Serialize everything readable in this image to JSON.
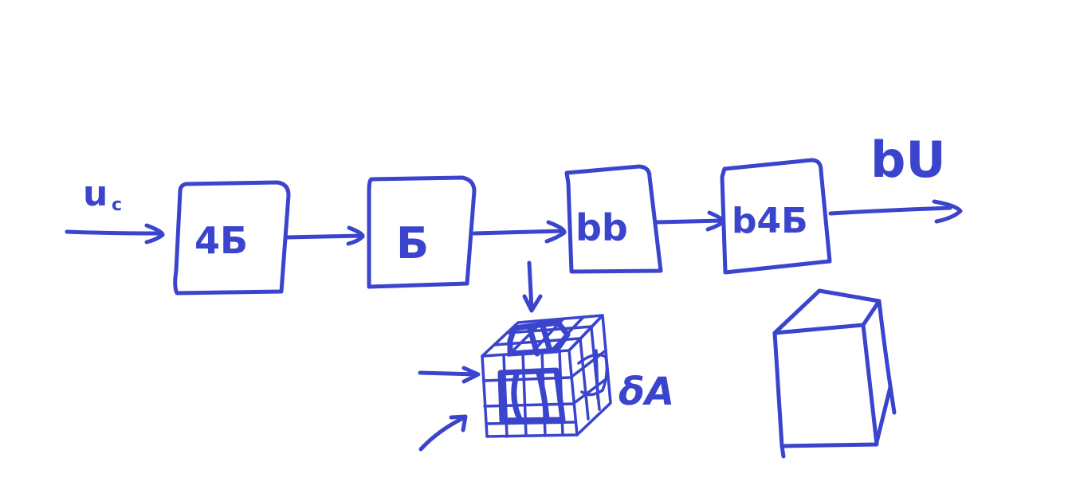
{
  "colors": {
    "ink": "#3a44cc",
    "background": "#ffffff"
  },
  "diagram": {
    "input_label": "u",
    "input_subscript": "c",
    "output_label": "bU",
    "blocks": [
      {
        "label": "4Б"
      },
      {
        "label": "Б"
      },
      {
        "label": "bb"
      },
      {
        "label": "b4Б"
      }
    ],
    "side_label": "δA"
  }
}
